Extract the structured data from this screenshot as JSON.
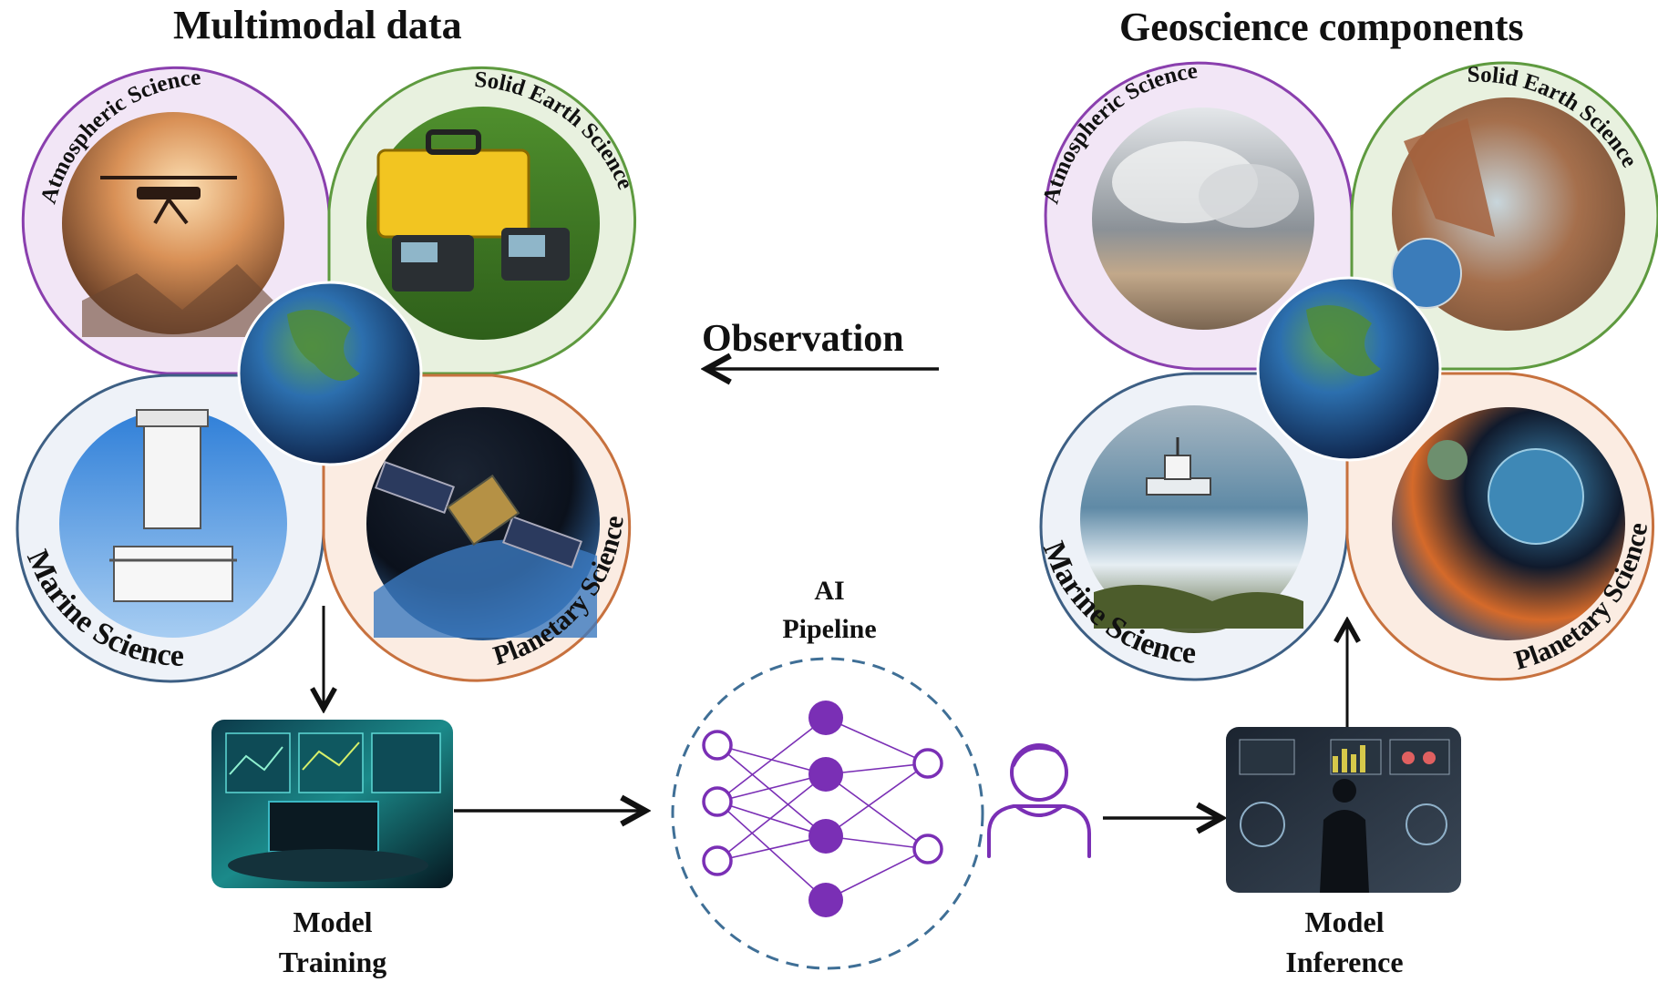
{
  "left_panel": {
    "title": "Multimodal data",
    "quadrants": {
      "atmospheric": "Atmospheric Science",
      "solid_earth": "Solid Earth Science",
      "marine": "Marine Science",
      "planetary": "Planetary Science"
    }
  },
  "right_panel": {
    "title": "Geoscience components",
    "quadrants": {
      "atmospheric": "Atmospheric Science",
      "solid_earth": "Solid Earth Science",
      "marine": "Marine Science",
      "planetary": "Planetary Science"
    }
  },
  "observation_label": "Observation",
  "ai_pipeline": {
    "line1": "AI",
    "line2": "Pipeline"
  },
  "model_training": {
    "line1": "Model",
    "line2": "Training"
  },
  "model_inference": {
    "line1": "Model",
    "line2": "Inference"
  },
  "colors": {
    "atmospheric_border": "#8a3fae",
    "atmospheric_fill": "#f2e6f6",
    "solid_earth_border": "#5e9a3f",
    "solid_earth_fill": "#e8f1df",
    "marine_border": "#3d5f84",
    "marine_fill": "#eef2f8",
    "planetary_border": "#c7713e",
    "planetary_fill": "#fbece2",
    "network_purple": "#7a2fb5",
    "dashed_circle": "#3f6f96",
    "arrow": "#111111"
  }
}
